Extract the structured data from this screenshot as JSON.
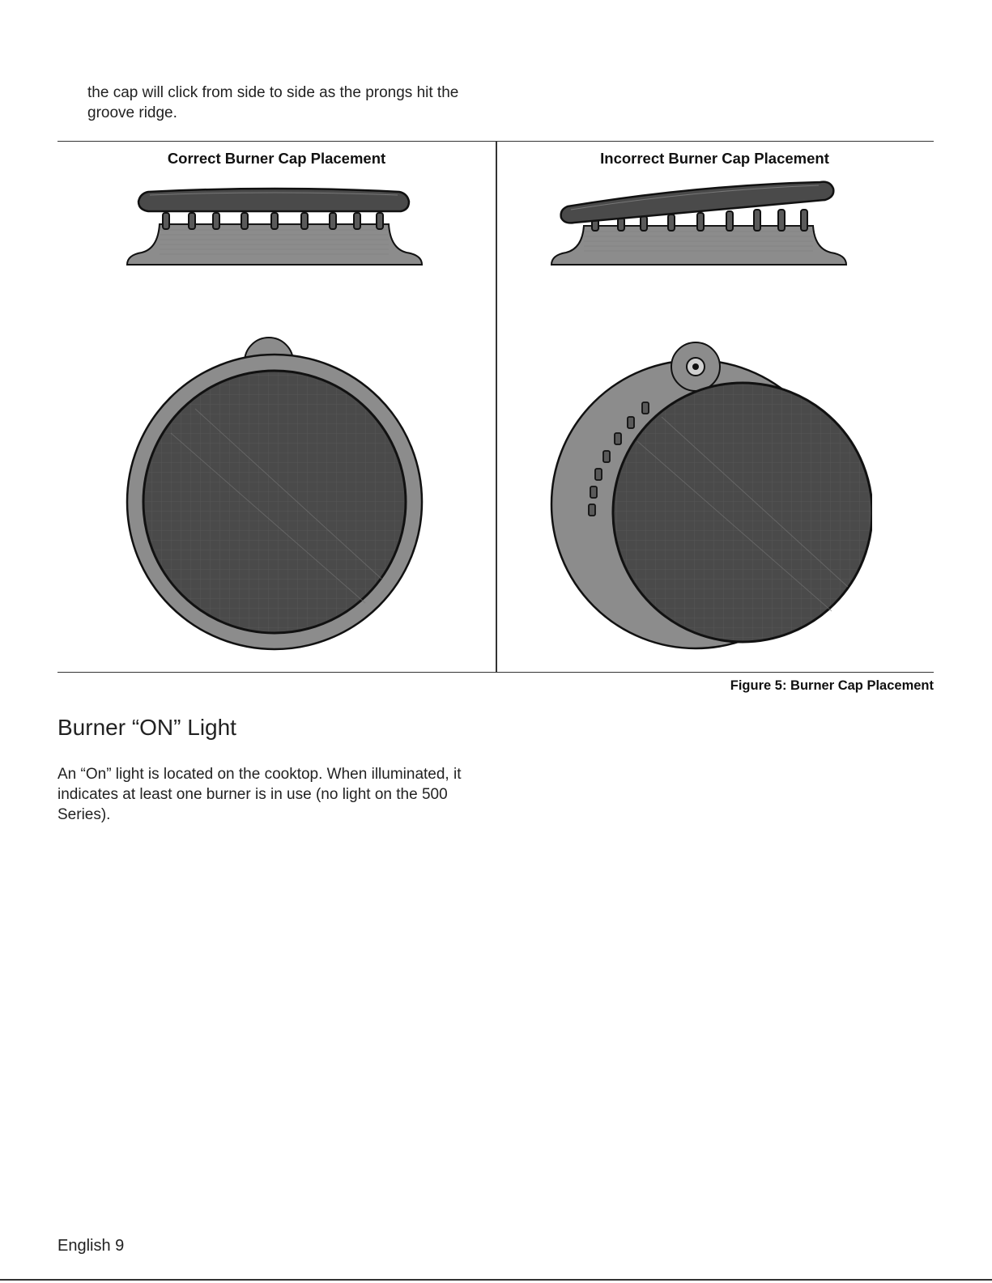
{
  "intro": {
    "text": "the cap will click from side to side as the prongs hit the groove ridge."
  },
  "figure": {
    "left_title": "Correct Burner Cap Placement",
    "right_title": "Incorrect Burner Cap Placement",
    "caption": "Figure 5: Burner Cap Placement"
  },
  "section": {
    "heading": "Burner “ON” Light",
    "body": "An “On” light is located on the cooktop. When illuminated, it indicates at least one burner is in use (no light on the 500 Series)."
  },
  "footer": {
    "page_label": "English 9"
  },
  "colors": {
    "cap_dark": "#4a4a4a",
    "base_gray": "#8c8c8c",
    "outline": "#111111"
  }
}
